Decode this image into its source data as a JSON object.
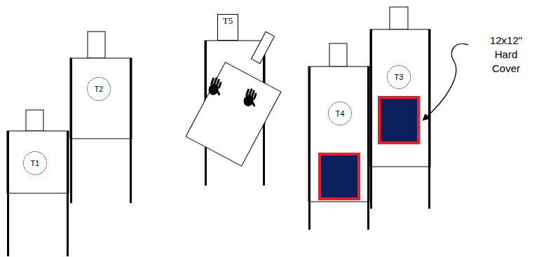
{
  "diagram": {
    "nodes": [
      {
        "text": [
          "T1"
        ]
      },
      {
        "text": [
          "T2"
        ]
      },
      {
        "text": [
          "T5"
        ]
      },
      {
        "text": [
          "T4"
        ]
      },
      {
        "text": [
          "T3"
        ]
      }
    ],
    "labels": [
      "12x12\" Hard Cover"
    ]
  }
}
